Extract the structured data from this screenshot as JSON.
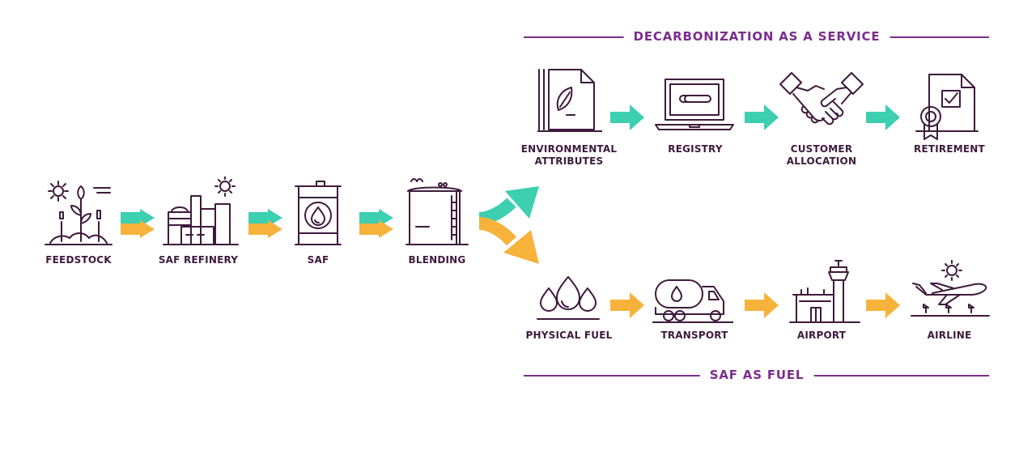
{
  "colors": {
    "ink": "#3e1a3c",
    "purple": "#7b2d8e",
    "teal": "#3ccfb0",
    "orange": "#f7b23b"
  },
  "headers": {
    "top": "DECARBONIZATION AS A SERVICE",
    "bottom": "SAF AS FUEL"
  },
  "main_flow": [
    {
      "label": "FEEDSTOCK",
      "icon": "feedstock-plants-icon"
    },
    {
      "label": "SAF REFINERY",
      "icon": "refinery-icon"
    },
    {
      "label": "SAF",
      "icon": "fuel-barrel-icon"
    },
    {
      "label": "BLENDING",
      "icon": "blending-tank-icon"
    }
  ],
  "service_flow": [
    {
      "label_lines": [
        "ENVIRONMENTAL",
        "ATTRIBUTES"
      ],
      "icon": "document-leaf-icon"
    },
    {
      "label_lines": [
        "REGISTRY"
      ],
      "icon": "laptop-icon"
    },
    {
      "label_lines": [
        "CUSTOMER",
        "ALLOCATION"
      ],
      "icon": "handshake-icon"
    },
    {
      "label_lines": [
        "RETIREMENT"
      ],
      "icon": "certificate-icon"
    }
  ],
  "fuel_flow": [
    {
      "label": "PHYSICAL FUEL",
      "icon": "fuel-drops-icon"
    },
    {
      "label": "TRANSPORT",
      "icon": "tanker-truck-icon"
    },
    {
      "label": "AIRPORT",
      "icon": "control-tower-icon"
    },
    {
      "label": "AIRLINE",
      "icon": "airplane-icon"
    }
  ]
}
